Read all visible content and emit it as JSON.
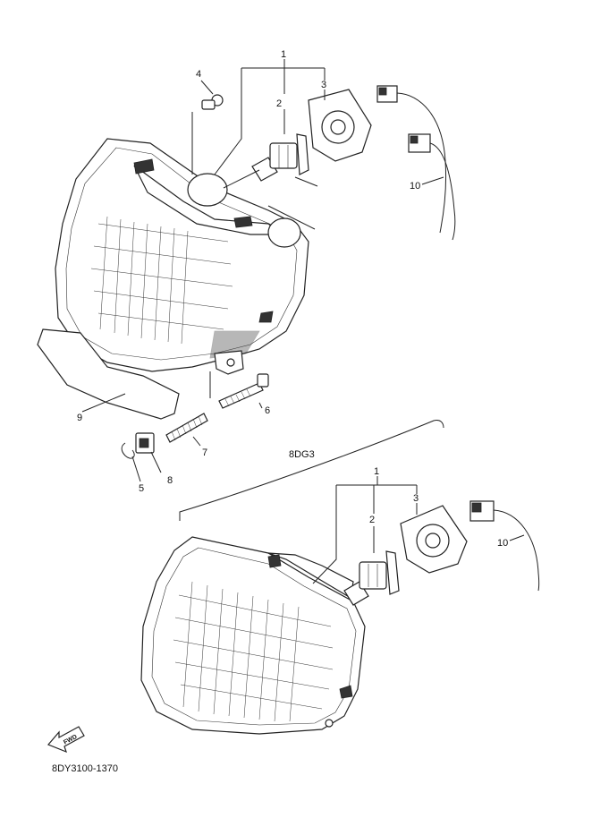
{
  "diagram": {
    "variant_label": "8DG3",
    "part_number": "8DY3100-1370",
    "fwd_label": "FWD",
    "callouts_top": {
      "c1": "1",
      "c2": "2",
      "c3": "3",
      "c4": "4",
      "c5": "5",
      "c6": "6",
      "c7": "7",
      "c8": "8",
      "c9": "9",
      "c10": "10"
    },
    "callouts_bottom": {
      "c1": "1",
      "c2": "2",
      "c3": "3",
      "c10": "10"
    }
  }
}
